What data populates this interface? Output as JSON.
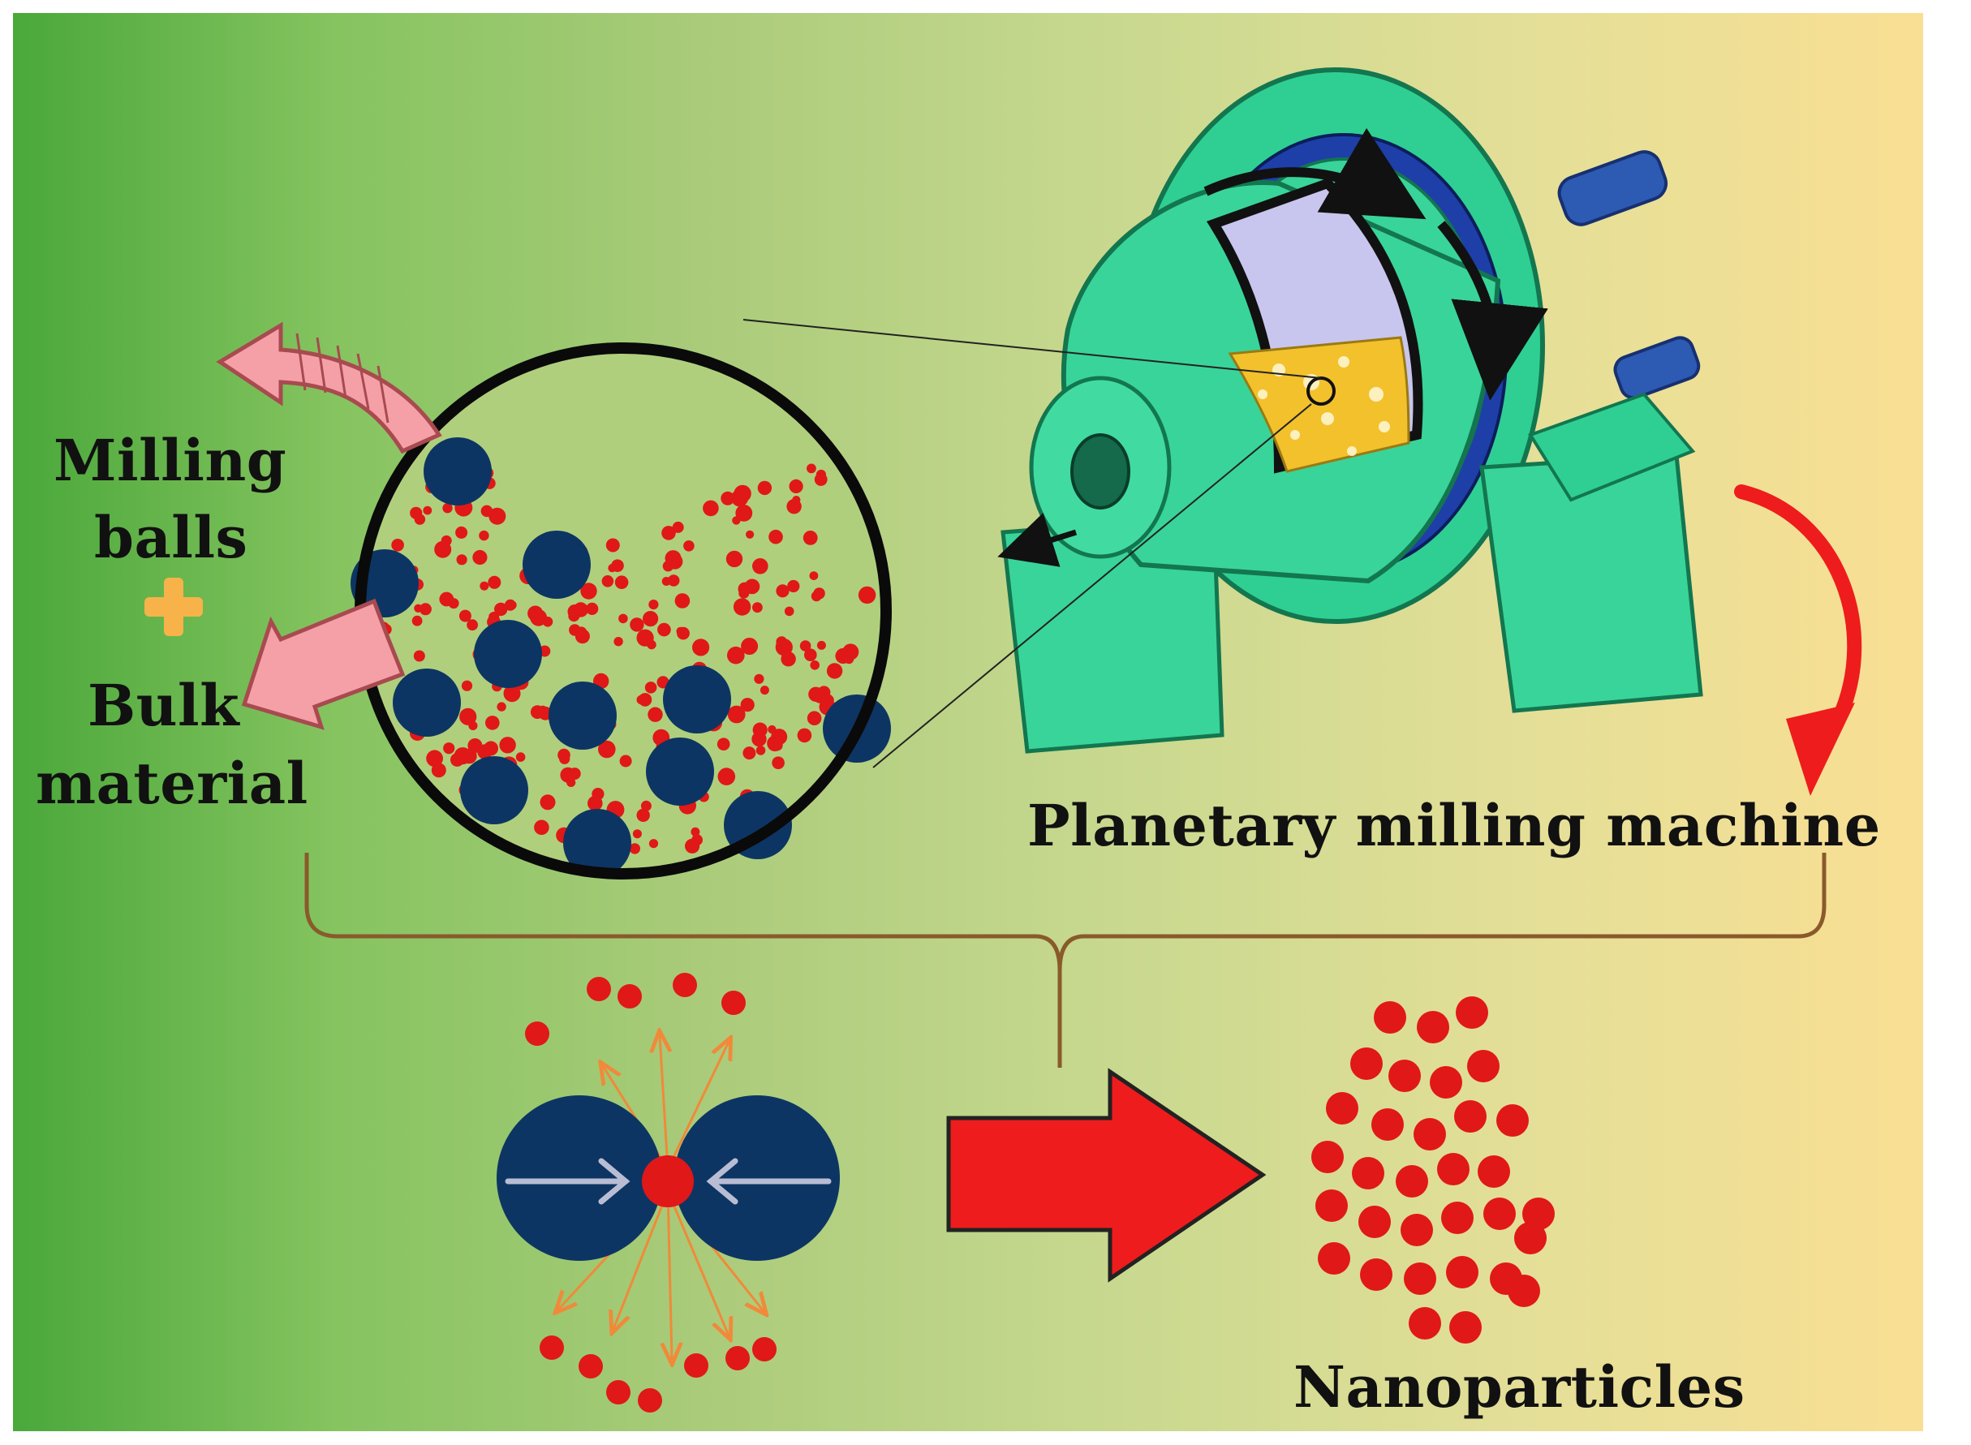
{
  "labels": {
    "milling_balls_line1": "Milling",
    "milling_balls_line2": "balls",
    "bulk_material_line1": "Bulk",
    "bulk_material_line2": "material",
    "machine": "Planetary milling machine",
    "nanoparticles": "Nanoparticles"
  },
  "colors": {
    "ball": "#0d3563",
    "particle": "#e01818",
    "machine": "#39d49a",
    "jar_contents": "#f2c12c",
    "arrow_red": "#ee1c1c",
    "arrow_pink": "#f4a0a6",
    "plus": "#f7b24a",
    "bracket": "#8a5a2b"
  },
  "icons": [
    "plus-icon",
    "curved-arrow-icon",
    "right-arrow-icon",
    "inward-arrow-icon"
  ]
}
